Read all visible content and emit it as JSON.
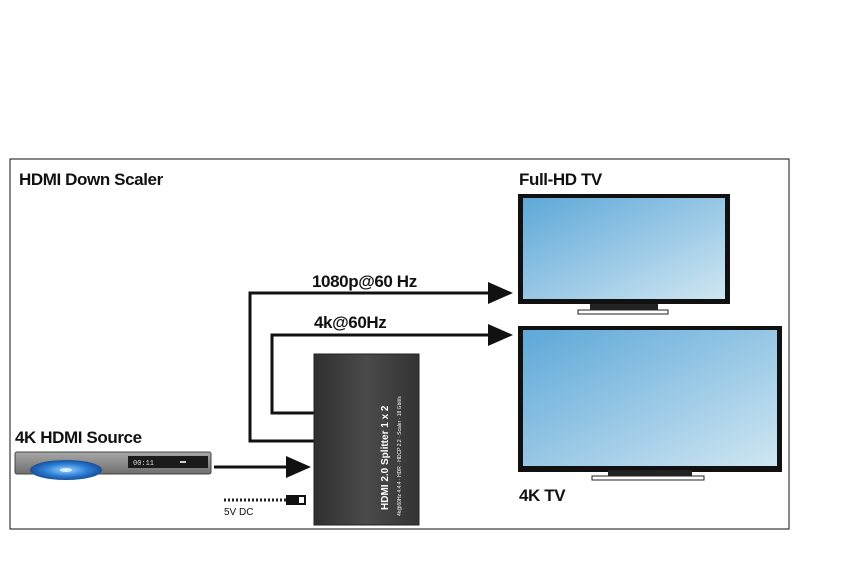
{
  "title": "HDMI Down Scaler",
  "source": {
    "label": "4K HDMI Source",
    "display": "00:11"
  },
  "splitter": {
    "name": "HDMI 2.0 Splitter 1 x 2",
    "specs": "4k@60Hz 4:4:4 · HDR · HDCP 2.2 · Scaler · 18 Gbit/s"
  },
  "power": {
    "label": "5V DC"
  },
  "outputs": [
    {
      "tv_label": "Full-HD TV",
      "signal": "1080p@60 Hz"
    },
    {
      "tv_label": "4K TV",
      "signal": "4k@60Hz"
    }
  ],
  "colors": {
    "frame": "#111111",
    "screen_top": "#5ea8d8",
    "screen_bottom": "#cfe6f2",
    "splitter_body": "#3d3d3d",
    "source_body": "#8c8c8c",
    "disc": "#2a7fd6"
  }
}
